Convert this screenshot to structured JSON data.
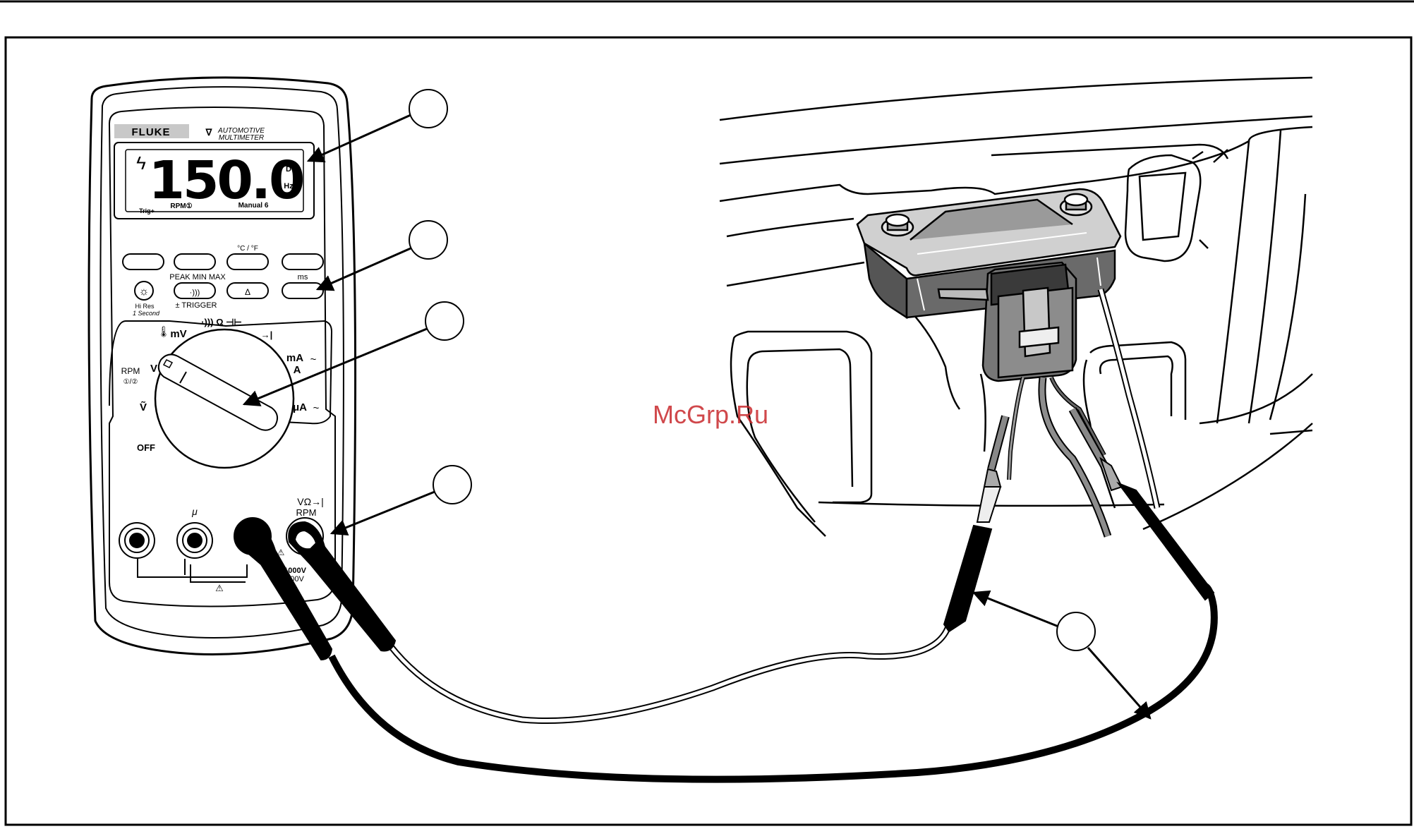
{
  "watermark": "McGrp.Ru",
  "meter": {
    "brand": "FLUKE",
    "model_line1": "AUTOMOTIVE",
    "model_line2": "MULTIMETER",
    "display": {
      "lightning": "ϟ",
      "reading": "150.0",
      "unit_dc": "DC",
      "unit_hz": "Hz",
      "rpm": "RPM①",
      "mode": "Manual 6",
      "trig": "Trig+"
    },
    "buttons": {
      "temp_label": "°C / °F",
      "ms_label": "ms",
      "peak_label": "PEAK MIN MAX",
      "beeper_symbol": "·)))",
      "delta_symbol": "Δ",
      "trigger_label": "± TRIGGER",
      "hires_line1": "Hi Res",
      "hires_line2": "1 Second",
      "backlight_symbol": "☼"
    },
    "dial": {
      "mv": "mV",
      "ohm_row": "·))) Ω ⊣⊢",
      "diode": "→|",
      "ma": "mA",
      "a": "A",
      "ua": "μA",
      "v_dc": "V",
      "v_ac": "Ṽ",
      "rpm": "RPM",
      "rpm_sub": "①/②",
      "off": "OFF",
      "ac_symbol": "~"
    },
    "jacks": {
      "mu": "μ",
      "vohm": "VΩ→|",
      "rpm": "RPM",
      "warning": "⚠",
      "rating1": "1000V",
      "rating2": "600V"
    }
  }
}
